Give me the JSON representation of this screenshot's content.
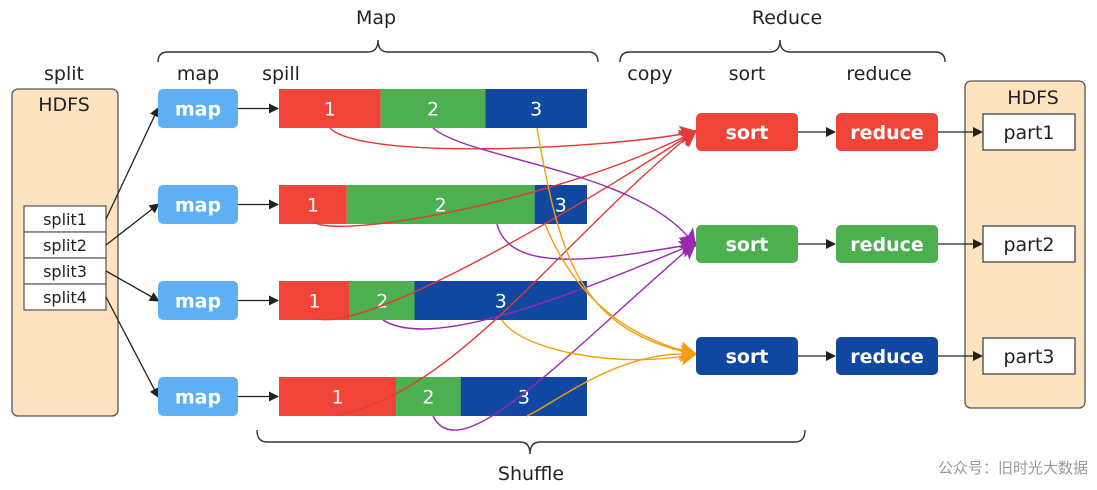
{
  "colors": {
    "red": "#f04438",
    "green": "#4caf50",
    "blue": "#0f47a1",
    "map_blue": "#5fb0f2",
    "hdfs_fill": "#fde3c0",
    "orange": "#f59e0b",
    "purple": "#9c27b0"
  },
  "labels": {
    "map_phase": "Map",
    "reduce_phase": "Reduce",
    "shuffle": "Shuffle",
    "split_col": "split",
    "map_col": "map",
    "spill_col": "spill",
    "copy_col": "copy",
    "sort_col": "sort",
    "reduce_col": "reduce",
    "hdfs_left": "HDFS",
    "hdfs_right": "HDFS",
    "watermark": "公众号：旧时光大数据"
  },
  "splits": [
    "split1",
    "split2",
    "split3",
    "split4"
  ],
  "map_label": "map",
  "spills": [
    {
      "segments": [
        {
          "label": "1",
          "color": "red",
          "fraction": 0.33
        },
        {
          "label": "2",
          "color": "green",
          "fraction": 0.34
        },
        {
          "label": "3",
          "color": "blue",
          "fraction": 0.33
        }
      ]
    },
    {
      "segments": [
        {
          "label": "1",
          "color": "red",
          "fraction": 0.22
        },
        {
          "label": "2",
          "color": "green",
          "fraction": 0.61
        },
        {
          "label": "3",
          "color": "blue",
          "fraction": 0.17
        }
      ]
    },
    {
      "segments": [
        {
          "label": "1",
          "color": "red",
          "fraction": 0.23
        },
        {
          "label": "2",
          "color": "green",
          "fraction": 0.21
        },
        {
          "label": "3",
          "color": "blue",
          "fraction": 0.56
        }
      ]
    },
    {
      "segments": [
        {
          "label": "1",
          "color": "red",
          "fraction": 0.38
        },
        {
          "label": "2",
          "color": "green",
          "fraction": 0.21
        },
        {
          "label": "3",
          "color": "blue",
          "fraction": 0.41
        }
      ]
    }
  ],
  "reducers": [
    {
      "sort": "sort",
      "reduce": "reduce",
      "color": "red",
      "part": "part1"
    },
    {
      "sort": "sort",
      "reduce": "reduce",
      "color": "green",
      "part": "part2"
    },
    {
      "sort": "sort",
      "reduce": "reduce",
      "color": "blue",
      "part": "part3"
    }
  ]
}
